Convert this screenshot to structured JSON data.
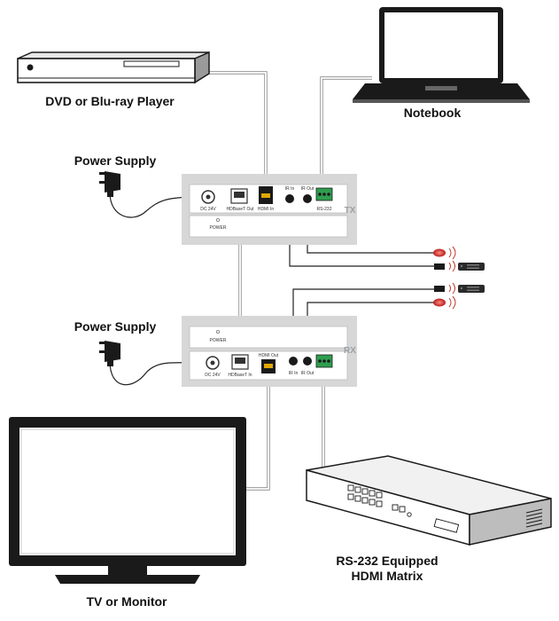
{
  "devices": {
    "dvd_label": "DVD or Blu-ray Player",
    "notebook_label": "Notebook",
    "power_supply_tx_label": "Power Supply",
    "power_supply_rx_label": "Power Supply",
    "tv_label": "TV or Monitor",
    "matrix_label_line1": "RS-232 Equipped",
    "matrix_label_line2": "HDMI Matrix"
  },
  "tx_unit": {
    "badge": "TX",
    "power_led": "POWER",
    "ports": {
      "dc": "DC 24V",
      "hdbaset": "HDBaseT Out",
      "hdmi": "HDMI In",
      "ir_in": "IR In",
      "ir_out": "IR Out",
      "rs232": "RS-232"
    }
  },
  "rx_unit": {
    "badge": "RX",
    "power_led": "POWER",
    "ports": {
      "dc": "DC 24V",
      "hdbaset": "HDBaseT In",
      "hdmi": "HDMI Out",
      "ir_in": "IR In",
      "ir_out": "IR Out"
    }
  },
  "colors": {
    "unit_body": "#d7d7d7",
    "unit_panel": "#ffffff",
    "terminal_green": "#2e9e4f",
    "ir_red": "#c0392b",
    "cable": "#222222"
  }
}
